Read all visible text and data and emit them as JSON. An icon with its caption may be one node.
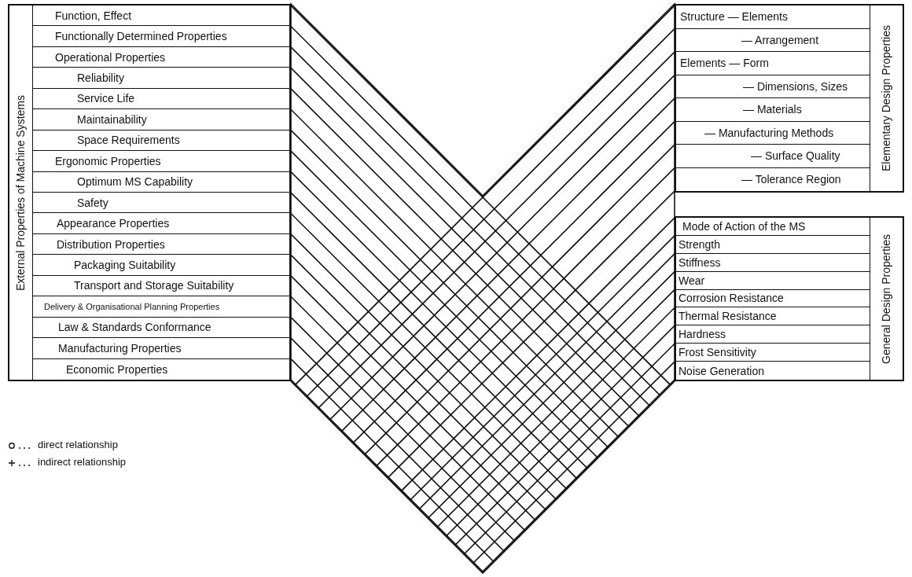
{
  "diagram": {
    "nodes": [
      {
        "text": [
          "External Properties of Machine Systems"
        ]
      },
      {
        "text": [
          "Function, Effect"
        ],
        "in": 0
      },
      {
        "text": [
          "Functionally Determined Properties"
        ],
        "in": 0
      },
      {
        "text": [
          "Operational Properties"
        ],
        "in": 0
      },
      {
        "text": [
          "Reliability"
        ],
        "in": 0
      },
      {
        "text": [
          "Service Life"
        ],
        "in": 0
      },
      {
        "text": [
          "Maintainability"
        ],
        "in": 0
      },
      {
        "text": [
          "Space Requirements"
        ],
        "in": 0
      },
      {
        "text": [
          "Ergonomic Properties"
        ],
        "in": 0
      },
      {
        "text": [
          "Optimum MS Capability"
        ],
        "in": 0
      },
      {
        "text": [
          "Safety"
        ],
        "in": 0
      },
      {
        "text": [
          "Appearance Properties"
        ],
        "in": 0
      },
      {
        "text": [
          "Distribution Properties"
        ],
        "in": 0
      },
      {
        "text": [
          "Packaging Suitability"
        ],
        "in": 0
      },
      {
        "text": [
          "Transport and Storage Suitability"
        ],
        "in": 0
      },
      {
        "text": [
          "Delivery & Organisational Planning Properties"
        ],
        "in": 0
      },
      {
        "text": [
          "Law & Standards Conformance"
        ],
        "in": 0
      },
      {
        "text": [
          "Manufacturing Properties"
        ],
        "in": 0
      },
      {
        "text": [
          "Economic Properties"
        ],
        "in": 0
      },
      {
        "text": [
          "Elementary Design Properties"
        ]
      },
      {
        "text": [
          "Structure — Elements"
        ],
        "in": 19
      },
      {
        "text": [
          "— Arrangement"
        ],
        "in": 19
      },
      {
        "text": [
          "Elements — Form"
        ],
        "in": 19
      },
      {
        "text": [
          "— Dimensions, Sizes"
        ],
        "in": 19
      },
      {
        "text": [
          "— Materials"
        ],
        "in": 19
      },
      {
        "text": [
          "— Manufacturing Methods"
        ],
        "in": 19
      },
      {
        "text": [
          "— Surface Quality"
        ],
        "in": 19
      },
      {
        "text": [
          "— Tolerance Region"
        ],
        "in": 19
      },
      {
        "text": [
          "General Design Properties"
        ]
      },
      {
        "text": [
          "Mode of Action of the MS"
        ],
        "in": 28
      },
      {
        "text": [
          "Strength"
        ],
        "in": 28
      },
      {
        "text": [
          "Stiffness"
        ],
        "in": 28
      },
      {
        "text": [
          "Wear"
        ],
        "in": 28
      },
      {
        "text": [
          "Corrosion Resistance"
        ],
        "in": 28
      },
      {
        "text": [
          "Thermal Resistance"
        ],
        "in": 28
      },
      {
        "text": [
          "Hardness"
        ],
        "in": 28
      },
      {
        "text": [
          "Frost Sensitivity"
        ],
        "in": 28
      },
      {
        "text": [
          "Noise Generation"
        ],
        "in": 28
      }
    ],
    "legend": [
      {
        "text": "direct relationship"
      },
      {
        "text": "indirect relationship"
      }
    ]
  }
}
